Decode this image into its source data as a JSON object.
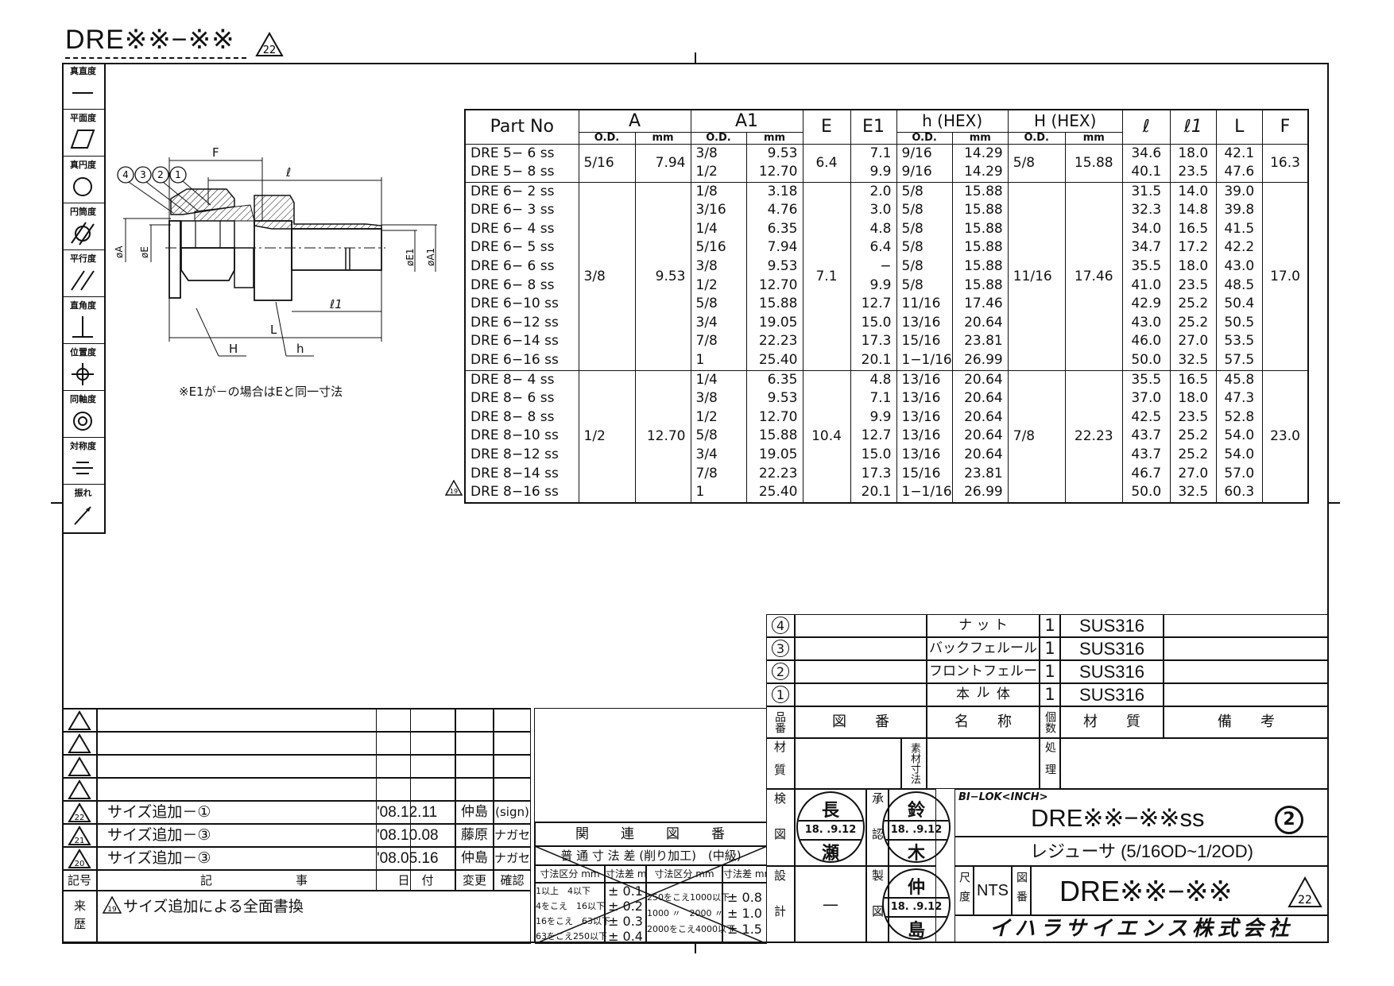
{
  "drawing": {
    "title_top": "DRE※※−※※",
    "title_rev": "22",
    "note": "※E1が－の場合はEと同一寸法"
  },
  "geometric_tolerance": [
    {
      "label": "真直度",
      "symbol": "straightness-icon"
    },
    {
      "label": "平面度",
      "symbol": "flatness-icon"
    },
    {
      "label": "真円度",
      "symbol": "circularity-icon"
    },
    {
      "label": "円筒度",
      "symbol": "cylindricity-icon"
    },
    {
      "label": "平行度",
      "symbol": "parallelism-icon"
    },
    {
      "label": "直角度",
      "symbol": "perpendicularity-icon"
    },
    {
      "label": "位置度",
      "symbol": "position-icon"
    },
    {
      "label": "同軸度",
      "symbol": "concentricity-icon"
    },
    {
      "label": "対称度",
      "symbol": "symmetry-icon"
    },
    {
      "label": "振れ",
      "symbol": "runout-icon"
    }
  ],
  "figure": {
    "balloons": [
      "4",
      "3",
      "2",
      "1"
    ],
    "dims": {
      "F": "F",
      "l": "ℓ",
      "l1": "ℓ1",
      "L": "L",
      "H": "H",
      "h": "h",
      "phiA": "øA",
      "phiE": "øE",
      "phiE1": "øE1",
      "phiA1": "øA1"
    }
  },
  "table": {
    "headers": {
      "part_no": "Part No",
      "A": "A",
      "A1": "A1",
      "E": "E",
      "E1": "E1",
      "h_hex": "h (HEX)",
      "H_hex": "H (HEX)",
      "l": "ℓ",
      "l1": "ℓ1",
      "L": "L",
      "F": "F",
      "od": "O.D.",
      "mm": "mm"
    },
    "rev_mark": "19",
    "groups": [
      {
        "A_od": "5/16",
        "A_mm": "7.94",
        "E": "6.4",
        "H_od": "5/8",
        "H_mm": "15.88",
        "F": "16.3",
        "rows": [
          {
            "part": "DRE 5− 6 ss",
            "A1_od": "3/8",
            "A1_mm": "9.53",
            "E1": "7.1",
            "h_od": "9/16",
            "h_mm": "14.29",
            "l": "34.6",
            "l1": "18.0",
            "L": "42.1"
          },
          {
            "part": "DRE 5− 8 ss",
            "A1_od": "1/2",
            "A1_mm": "12.70",
            "E1": "9.9",
            "h_od": "9/16",
            "h_mm": "14.29",
            "l": "40.1",
            "l1": "23.5",
            "L": "47.6"
          }
        ]
      },
      {
        "A_od": "3/8",
        "A_mm": "9.53",
        "E": "7.1",
        "H_od": "11/16",
        "H_mm": "17.46",
        "F": "17.0",
        "rows": [
          {
            "part": "DRE 6− 2 ss",
            "A1_od": "1/8",
            "A1_mm": "3.18",
            "E1": "2.0",
            "h_od": "5/8",
            "h_mm": "15.88",
            "l": "31.5",
            "l1": "14.0",
            "L": "39.0"
          },
          {
            "part": "DRE 6− 3 ss",
            "A1_od": "3/16",
            "A1_mm": "4.76",
            "E1": "3.0",
            "h_od": "5/8",
            "h_mm": "15.88",
            "l": "32.3",
            "l1": "14.8",
            "L": "39.8"
          },
          {
            "part": "DRE 6− 4 ss",
            "A1_od": "1/4",
            "A1_mm": "6.35",
            "E1": "4.8",
            "h_od": "5/8",
            "h_mm": "15.88",
            "l": "34.0",
            "l1": "16.5",
            "L": "41.5"
          },
          {
            "part": "DRE 6− 5 ss",
            "A1_od": "5/16",
            "A1_mm": "7.94",
            "E1": "6.4",
            "h_od": "5/8",
            "h_mm": "15.88",
            "l": "34.7",
            "l1": "17.2",
            "L": "42.2"
          },
          {
            "part": "DRE 6− 6 ss",
            "A1_od": "3/8",
            "A1_mm": "9.53",
            "E1": "−",
            "h_od": "5/8",
            "h_mm": "15.88",
            "l": "35.5",
            "l1": "18.0",
            "L": "43.0"
          },
          {
            "part": "DRE 6− 8 ss",
            "A1_od": "1/2",
            "A1_mm": "12.70",
            "E1": "9.9",
            "h_od": "5/8",
            "h_mm": "15.88",
            "l": "41.0",
            "l1": "23.5",
            "L": "48.5"
          },
          {
            "part": "DRE 6−10 ss",
            "A1_od": "5/8",
            "A1_mm": "15.88",
            "E1": "12.7",
            "h_od": "11/16",
            "h_mm": "17.46",
            "l": "42.9",
            "l1": "25.2",
            "L": "50.4"
          },
          {
            "part": "DRE 6−12 ss",
            "A1_od": "3/4",
            "A1_mm": "19.05",
            "E1": "15.0",
            "h_od": "13/16",
            "h_mm": "20.64",
            "l": "43.0",
            "l1": "25.2",
            "L": "50.5"
          },
          {
            "part": "DRE 6−14 ss",
            "A1_od": "7/8",
            "A1_mm": "22.23",
            "E1": "17.3",
            "h_od": "15/16",
            "h_mm": "23.81",
            "l": "46.0",
            "l1": "27.0",
            "L": "53.5"
          },
          {
            "part": "DRE 6−16 ss",
            "A1_od": "1",
            "A1_mm": "25.40",
            "E1": "20.1",
            "h_od": "1−1/16",
            "h_mm": "26.99",
            "l": "50.0",
            "l1": "32.5",
            "L": "57.5"
          }
        ]
      },
      {
        "A_od": "1/2",
        "A_mm": "12.70",
        "E": "10.4",
        "H_od": "7/8",
        "H_mm": "22.23",
        "F": "23.0",
        "rows": [
          {
            "part": "DRE 8− 4 ss",
            "A1_od": "1/4",
            "A1_mm": "6.35",
            "E1": "4.8",
            "h_od": "13/16",
            "h_mm": "20.64",
            "l": "35.5",
            "l1": "16.5",
            "L": "45.8"
          },
          {
            "part": "DRE 8− 6 ss",
            "A1_od": "3/8",
            "A1_mm": "9.53",
            "E1": "7.1",
            "h_od": "13/16",
            "h_mm": "20.64",
            "l": "37.0",
            "l1": "18.0",
            "L": "47.3"
          },
          {
            "part": "DRE 8− 8 ss",
            "A1_od": "1/2",
            "A1_mm": "12.70",
            "E1": "9.9",
            "h_od": "13/16",
            "h_mm": "20.64",
            "l": "42.5",
            "l1": "23.5",
            "L": "52.8"
          },
          {
            "part": "DRE 8−10 ss",
            "A1_od": "5/8",
            "A1_mm": "15.88",
            "E1": "12.7",
            "h_od": "13/16",
            "h_mm": "20.64",
            "l": "43.7",
            "l1": "25.2",
            "L": "54.0"
          },
          {
            "part": "DRE 8−12 ss",
            "A1_od": "3/4",
            "A1_mm": "19.05",
            "E1": "15.0",
            "h_od": "13/16",
            "h_mm": "20.64",
            "l": "43.7",
            "l1": "25.2",
            "L": "54.0"
          },
          {
            "part": "DRE 8−14 ss",
            "A1_od": "7/8",
            "A1_mm": "22.23",
            "E1": "17.3",
            "h_od": "15/16",
            "h_mm": "23.81",
            "l": "46.7",
            "l1": "27.0",
            "L": "57.0"
          },
          {
            "part": "DRE 8−16 ss",
            "A1_od": "1",
            "A1_mm": "25.40",
            "E1": "20.1",
            "h_od": "1−1/16",
            "h_mm": "26.99",
            "l": "50.0",
            "l1": "32.5",
            "L": "60.3"
          }
        ]
      }
    ]
  },
  "bom": {
    "items": [
      {
        "no": "4",
        "drawing_no": "",
        "name": "ナ ッ ト",
        "qty": "1",
        "material": "SUS316",
        "remarks": ""
      },
      {
        "no": "3",
        "drawing_no": "",
        "name": "バックフェルール",
        "qty": "1",
        "material": "SUS316",
        "remarks": ""
      },
      {
        "no": "2",
        "drawing_no": "",
        "name": "フロントフェルール",
        "qty": "1",
        "material": "SUS316",
        "remarks": ""
      },
      {
        "no": "1",
        "drawing_no": "",
        "name": "本　　体",
        "qty": "1",
        "material": "SUS316",
        "remarks": ""
      }
    ],
    "headers": {
      "no": "品番",
      "drawing_no": "図　　番",
      "name": "名　　称",
      "qty": "個数",
      "material": "材　　質",
      "remarks": "備　　考"
    },
    "material_label": "材質",
    "blank_size_label": "素材寸法",
    "treatment_label": "処理"
  },
  "title_block": {
    "check_label": "検図",
    "approve_label": "承認",
    "design_label": "設計",
    "drafting_label": "製図",
    "design_value": "—",
    "stamps": {
      "check": {
        "top": "長",
        "date": "18. .9.12",
        "bottom": "瀬"
      },
      "approve": {
        "top": "鈴",
        "date": "18. .9.12",
        "bottom": "木"
      },
      "drafting": {
        "top": "仲",
        "date": "18. .9.12",
        "bottom": "島"
      }
    },
    "series": "BI−LOK<INCH>",
    "part_name": "DRE※※−※※ss",
    "sheet": "2",
    "description": "レジューサ (5/16OD~1/2OD)",
    "scale_label": "尺度",
    "scale": "NTS",
    "drawing_no_label": "図番",
    "drawing_no": "DRE※※−※※",
    "drawing_rev": "22",
    "company": "イハラサイエンス株式会社"
  },
  "revisions": {
    "headers": {
      "mark": "記号",
      "description": "記　　　　　　　事",
      "date": "日　付",
      "changed_by": "変更",
      "checked_by": "確認"
    },
    "empty_rows": 4,
    "rows": [
      {
        "mark": "22",
        "description": "サイズ追加－①",
        "date": "'08.12.11",
        "changed_by": "仲島",
        "checked_by": "(sign)"
      },
      {
        "mark": "21",
        "description": "サイズ追加－③",
        "date": "'08.10.08",
        "changed_by": "藤原",
        "checked_by": "ナガセ"
      },
      {
        "mark": "20",
        "description": "サイズ追加－③",
        "date": "'08.05.16",
        "changed_by": "仲島",
        "checked_by": "ナガセ"
      }
    ],
    "history_label": "来歴",
    "history_mark": "19",
    "history_text": "サイズ追加による全面書換"
  },
  "related_drawings": {
    "label": "関　　連　　図　　番"
  },
  "tolerance": {
    "title": "普 通 寸 法 差 (削り加工)　(中級)",
    "headers": [
      "寸法区分 mm",
      "寸法差 mm",
      "寸法区分 mm",
      "寸法差 mm"
    ],
    "left": [
      {
        "range": "1以上　4以下",
        "tol": "± 0.1"
      },
      {
        "range": "4をこえ　16以下",
        "tol": "± 0.2"
      },
      {
        "range": "16をこえ　63以下",
        "tol": "± 0.3"
      },
      {
        "range": "63をこえ250以下",
        "tol": "± 0.4"
      }
    ],
    "right": [
      {
        "range": "250をこえ1000以下",
        "tol": "± 0.8"
      },
      {
        "range": "1000 〃　2000 〃",
        "tol": "± 1.0"
      },
      {
        "range": "2000をこえ4000以下",
        "tol": "± 1.5"
      }
    ]
  }
}
